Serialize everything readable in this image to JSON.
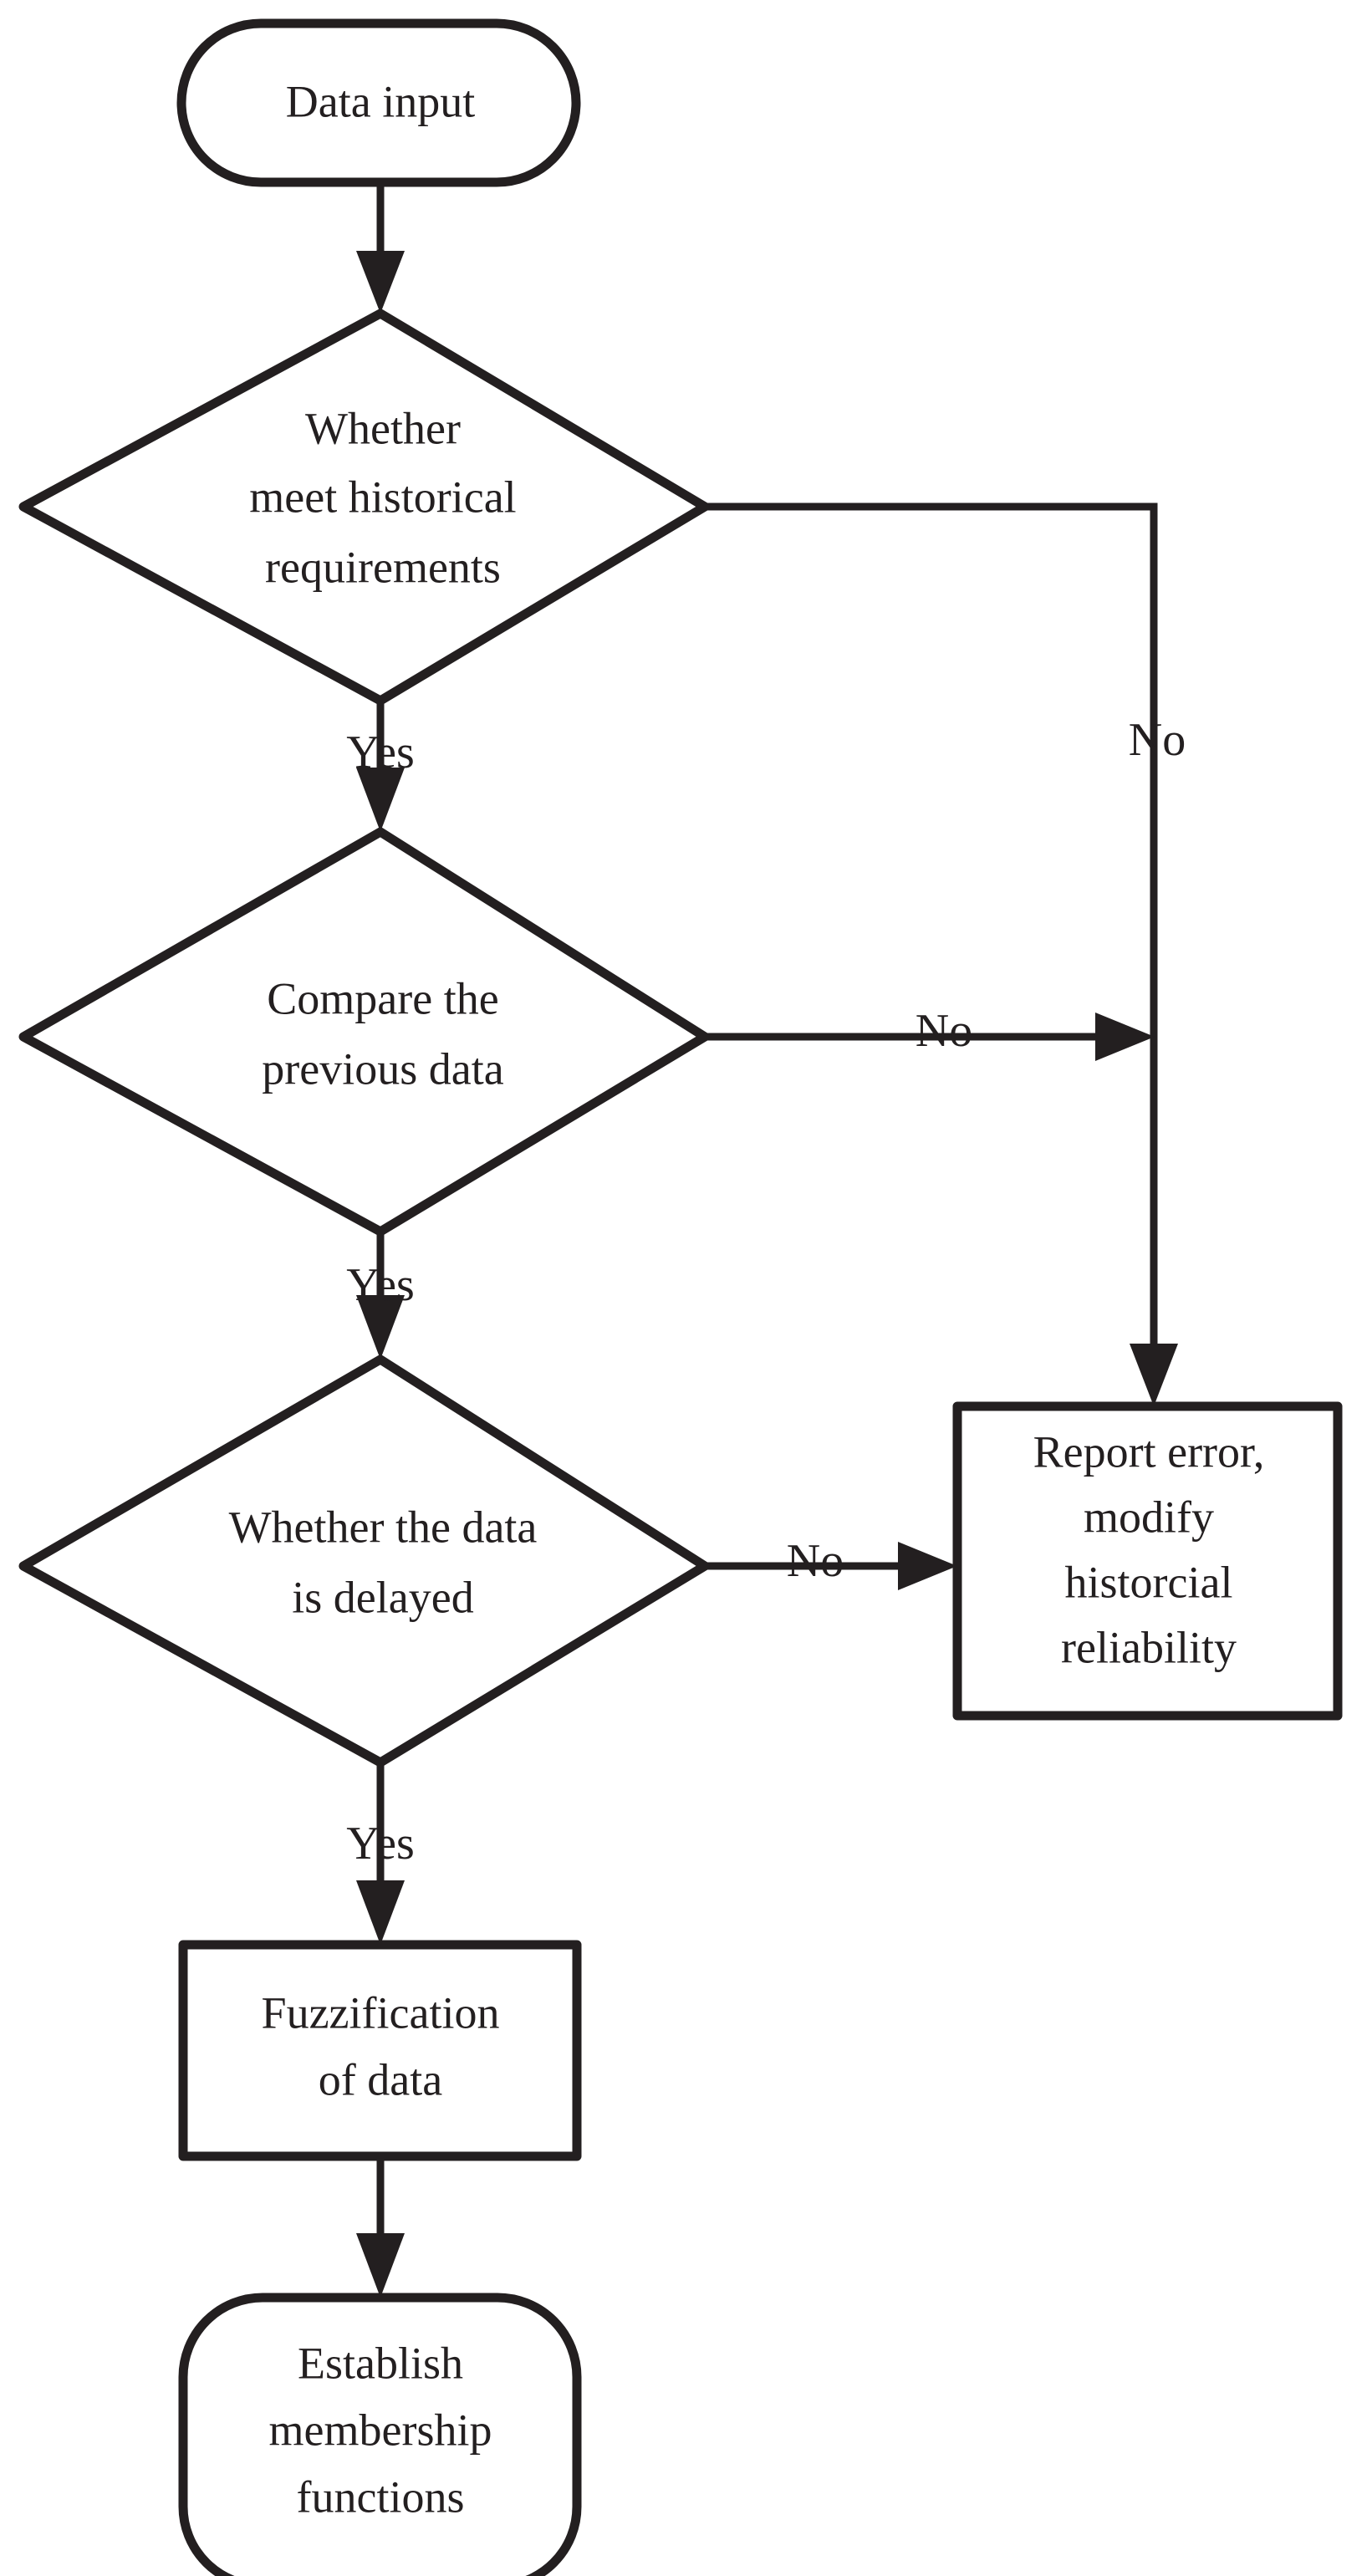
{
  "diagram": {
    "title": "Fuzzy data preprocessing flowchart",
    "background_color": "#ffffff",
    "line_color": "#231f20",
    "nodes": [
      {
        "id": "data-input",
        "type": "terminator",
        "text_lines": [
          "Data input"
        ]
      },
      {
        "id": "whether-historical",
        "type": "decision",
        "text_lines": [
          "Whether",
          "meet historical",
          "requirements"
        ]
      },
      {
        "id": "compare-previous",
        "type": "decision",
        "text_lines": [
          "Compare the",
          "previous  data"
        ]
      },
      {
        "id": "whether-delayed",
        "type": "decision",
        "text_lines": [
          "Whether the data",
          "is delayed"
        ]
      },
      {
        "id": "report-error",
        "type": "process",
        "text_lines": [
          "Report error,",
          "modify",
          "historcial",
          "reliability"
        ]
      },
      {
        "id": "fuzzification",
        "type": "process",
        "text_lines": [
          "Fuzzification",
          "of data"
        ]
      },
      {
        "id": "establish-membership",
        "type": "terminator",
        "text_lines": [
          "Establish",
          "membership",
          "functions"
        ]
      }
    ],
    "edge_labels": {
      "historical_no": "No",
      "historical_yes": "Yes",
      "compare_no": "No",
      "compare_yes": "Yes",
      "delayed_no": "No",
      "delayed_yes": "Yes"
    },
    "node_text": {
      "data_input_l1": "Data input",
      "historical_l1": "Whether",
      "historical_l2": "meet historical",
      "historical_l3": "requirements",
      "compare_l1": "Compare the",
      "compare_l2": "previous  data",
      "delayed_l1": "Whether the data",
      "delayed_l2": "is delayed",
      "report_l1": "Report error,",
      "report_l2": "modify",
      "report_l3": "historcial",
      "report_l4": "reliability",
      "fuzzification_l1": "Fuzzification",
      "fuzzification_l2": "of data",
      "establish_l1": "Establish",
      "establish_l2": "membership",
      "establish_l3": "functions"
    }
  }
}
